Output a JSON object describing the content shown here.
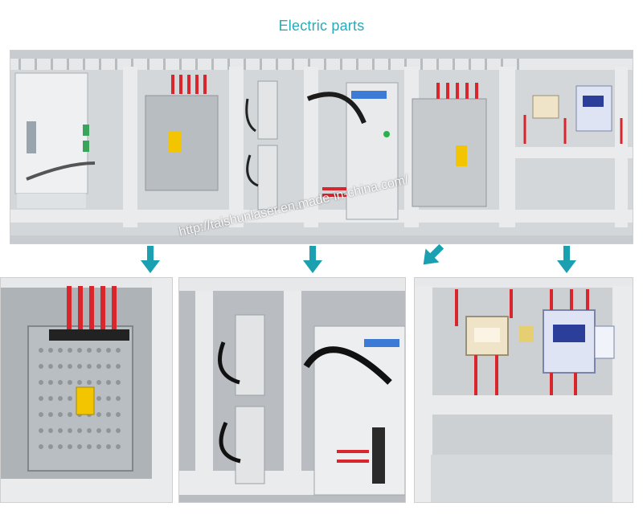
{
  "header": {
    "title": "Electric parts"
  },
  "watermark": {
    "text": "http://taishunlaser.en.made-in-china.com/"
  },
  "colors": {
    "accent": "#2aa9b8",
    "arrow": "#1aa0b0",
    "wire_red": "#d8262c",
    "cabinet_gray": "#cfd2d4"
  },
  "photos": [
    {
      "name": "control-cabinet-overview"
    },
    {
      "name": "power-supply-closeup"
    },
    {
      "name": "stepper-driver-closeup"
    },
    {
      "name": "filter-contactor-closeup"
    }
  ],
  "arrows": [
    {
      "direction": "down",
      "icon": "down-arrow-icon"
    },
    {
      "direction": "down",
      "icon": "down-arrow-icon"
    },
    {
      "direction": "down-left",
      "icon": "down-left-arrow-icon"
    },
    {
      "direction": "down",
      "icon": "down-arrow-icon"
    }
  ]
}
